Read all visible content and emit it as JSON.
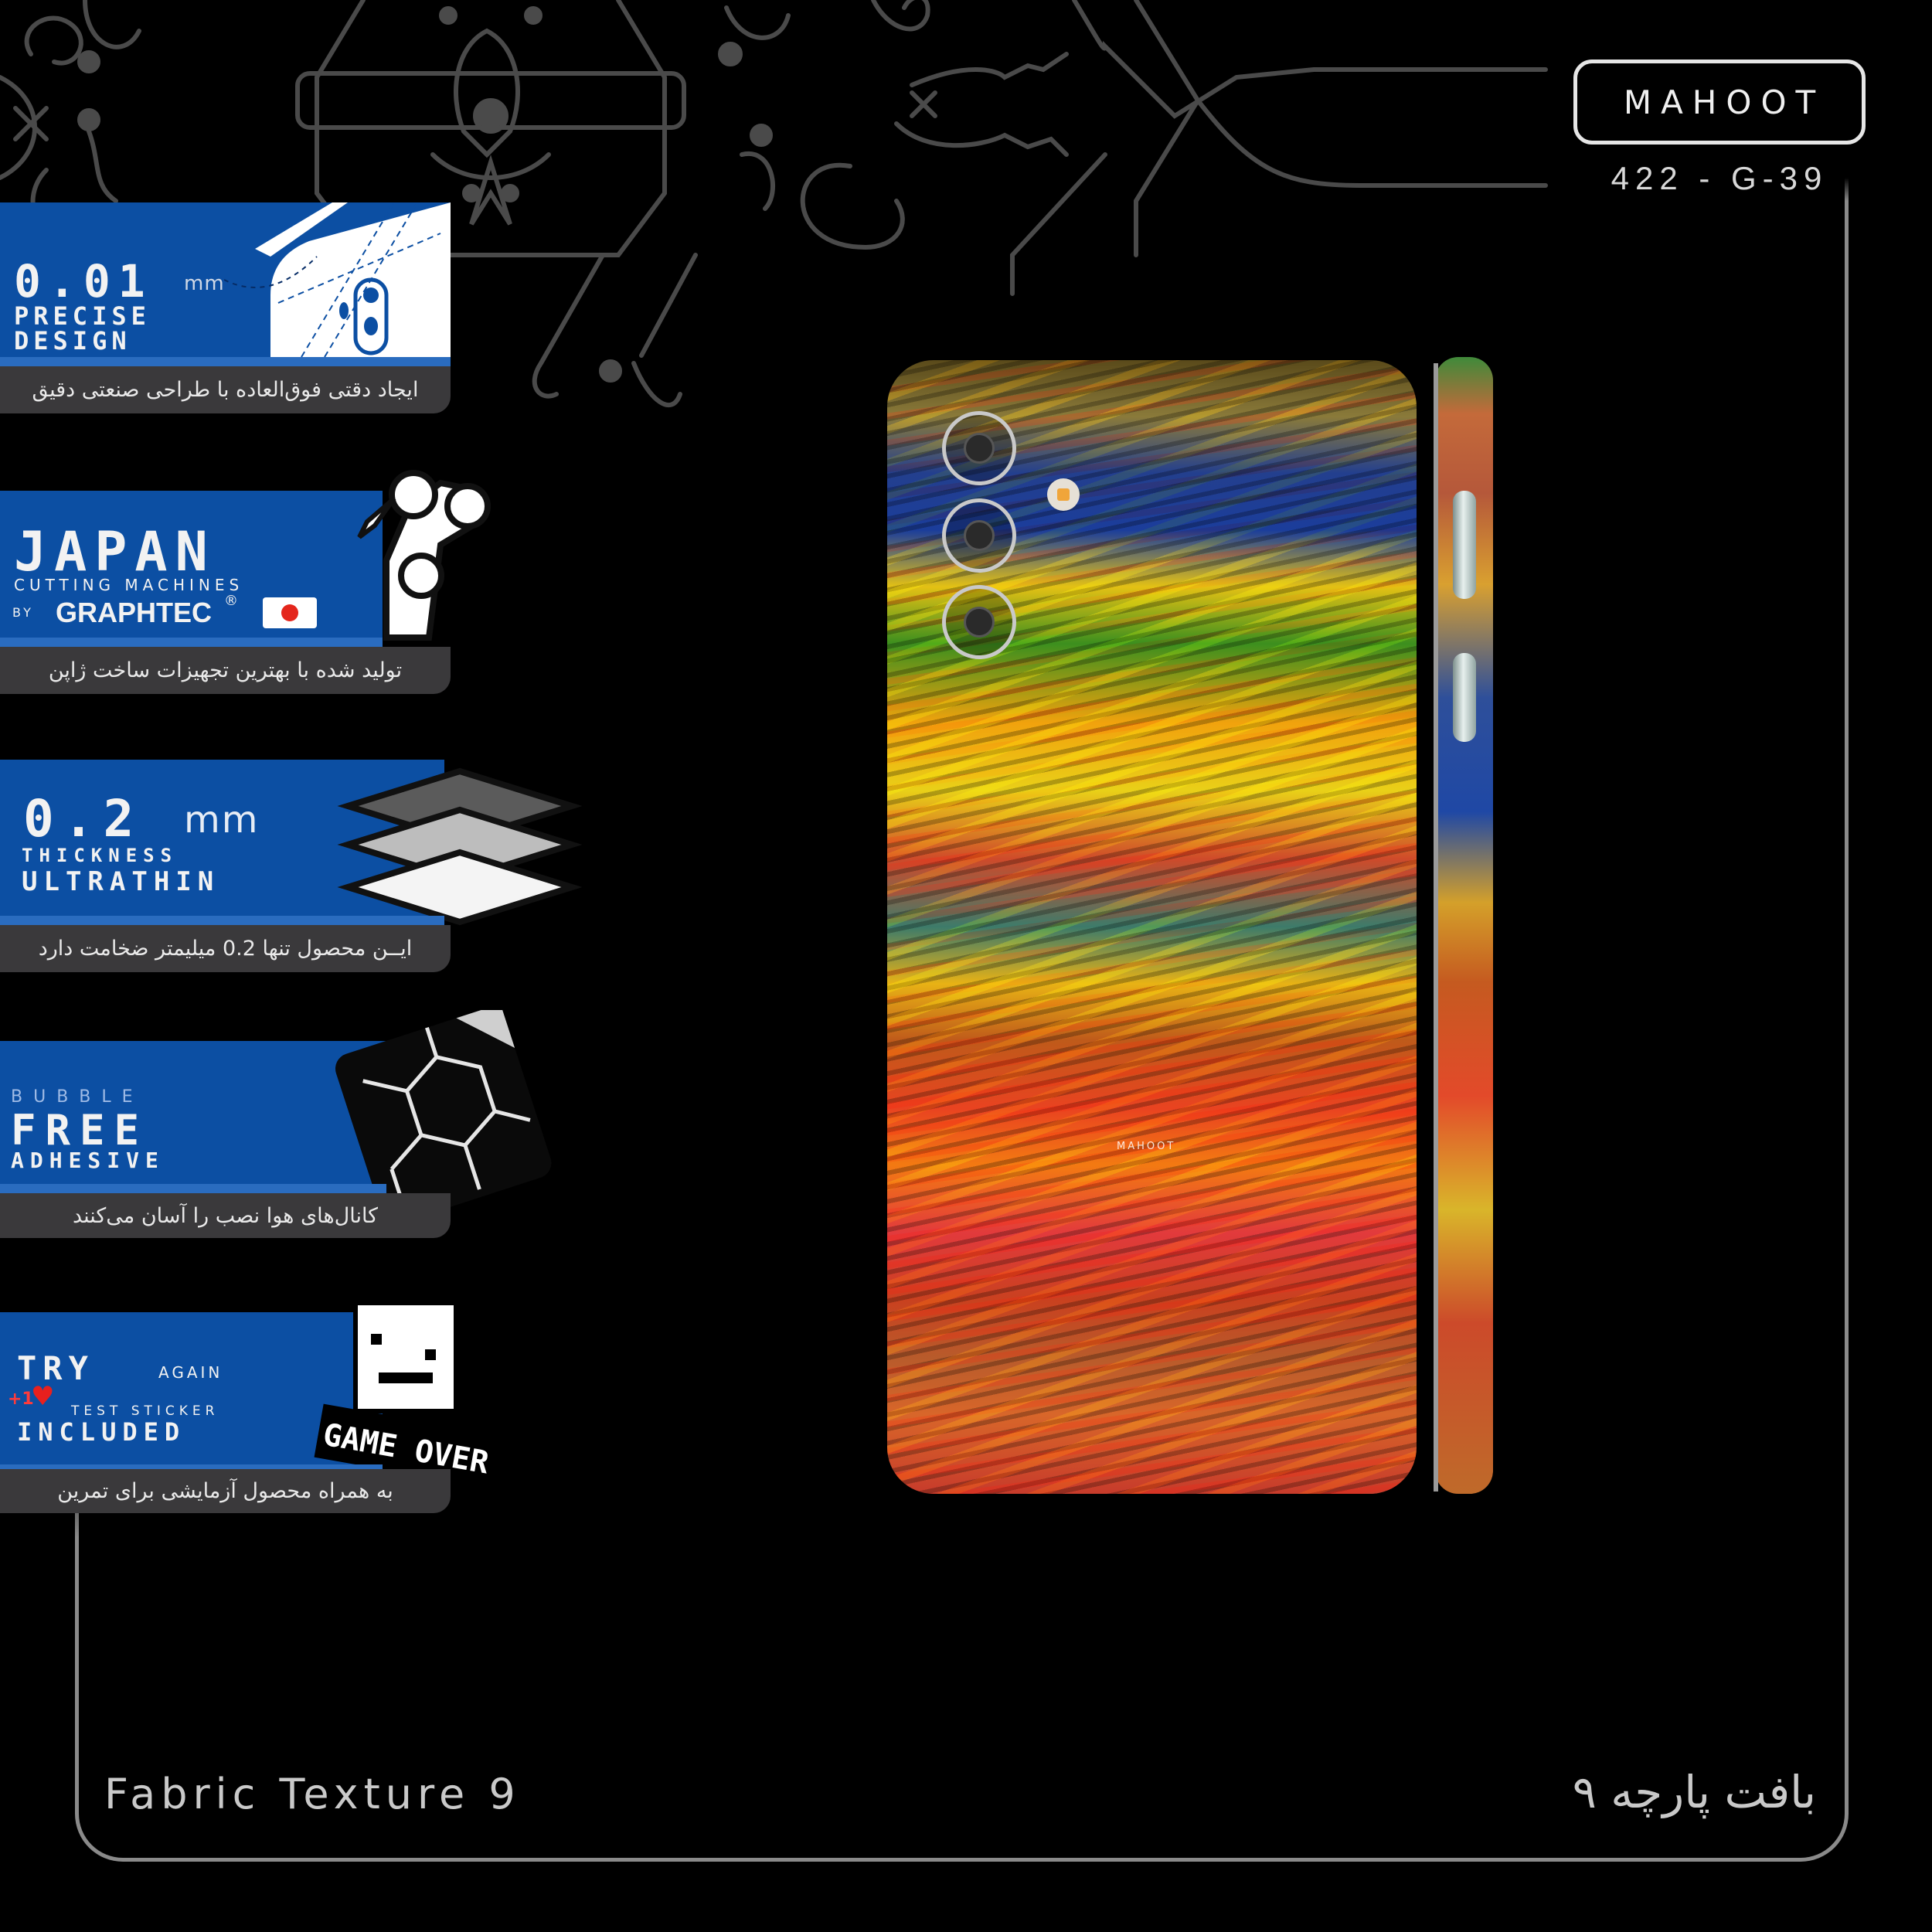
{
  "brand": {
    "logo_text": "MAHOOT",
    "product_code": "422 - G-39"
  },
  "features": [
    {
      "id": "precise-design",
      "headline": "0.01",
      "unit": "mm",
      "line1": "PRECISE",
      "line2": "DESIGN",
      "caption_fa": "ایجاد دقتی فوق‌العاده با طراحی صنعتی دقیق",
      "icon": "phone-blueprint-icon"
    },
    {
      "id": "japan-machines",
      "headline": "JAPAN",
      "line1": "CUTTING MACHINES",
      "line2_prefix": "BY",
      "line2": "GRAPHTEC",
      "registered": "®",
      "caption_fa": "تولید شده با بهترین تجهیزات ساخت ژاپن",
      "icon": "robot-arm-icon",
      "flag": "japan-flag-icon"
    },
    {
      "id": "thickness",
      "headline": "0.2",
      "unit": "mm",
      "line1": "THICKNESS",
      "line2": "ULTRATHIN",
      "caption_fa": "ایــن محصول تنها 0.2 میلیمتر ضخامت دارد",
      "icon": "layers-icon"
    },
    {
      "id": "bubble-free",
      "line0": "BUBBLE",
      "headline": "FREE",
      "line1": "ADHESIVE",
      "caption_fa": "کانال‌های هوا نصب را آسان می‌کنند",
      "icon": "peeling-sticker-icon"
    },
    {
      "id": "test-sticker",
      "headline": "TRY",
      "headline_suffix": "AGAIN",
      "badge": "+1",
      "line1": "TEST STICKER",
      "line2": "INCLUDED",
      "caption_fa": "به همراه محصول آزمایشی برای تمرین",
      "icon": "pixel-invader-icon",
      "icon_label": "GAME OVER"
    }
  ],
  "product": {
    "watermark": "MAHOOT",
    "title_en": "Fabric Texture 9",
    "title_fa": "بافت پارچه ۹"
  },
  "colors": {
    "card_blue": "#0c4fa3",
    "card_strip": "#2a6cbf",
    "caption_gray": "#3a393b",
    "frame_gray": "#8a8a8a",
    "ornament_gray": "#4a4a4a",
    "background": "#000000"
  }
}
